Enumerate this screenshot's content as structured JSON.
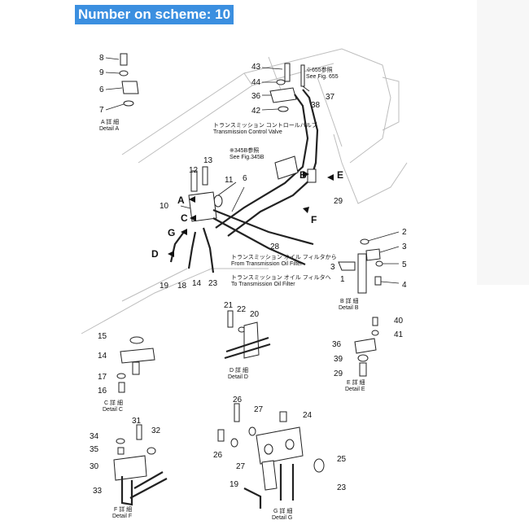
{
  "header": {
    "title": "Number on scheme: 10"
  },
  "top_note": {
    "jp": "※655参照",
    "en": "See Fig. 655"
  },
  "mid_note": {
    "jp": "※345B参照",
    "en": "See Fig.345B"
  },
  "annotations": {
    "transmission_control_valve": {
      "jp": "トランスミッション コントロールバルブ",
      "en": "Transmission Control Valve"
    },
    "from_filter": {
      "jp": "トランスミッション オイル フィルタから",
      "en": "From Transmission Oil Filter"
    },
    "to_filter": {
      "jp": "トランスミッション オイル フィルタへ",
      "en": "To Transmission Oil Filter"
    }
  },
  "details": {
    "A": {
      "jp": "A 詳 細",
      "en": "Detail A"
    },
    "B": {
      "jp": "B 詳 細",
      "en": "Detail B"
    },
    "C": {
      "jp": "C 詳 細",
      "en": "Detail C"
    },
    "D": {
      "jp": "D 詳 細",
      "en": "Detail D"
    },
    "E": {
      "jp": "E 詳 細",
      "en": "Detail E"
    },
    "F": {
      "jp": "F 詳 細",
      "en": "Detail F"
    },
    "G": {
      "jp": "G 詳 細",
      "en": "Detail G"
    }
  },
  "view_letters": [
    "A",
    "B",
    "C",
    "D",
    "E",
    "F",
    "G"
  ],
  "part_numbers": [
    "1",
    "2",
    "3",
    "4",
    "5",
    "6",
    "7",
    "8",
    "9",
    "10",
    "11",
    "12",
    "13",
    "14",
    "15",
    "16",
    "17",
    "18",
    "19",
    "20",
    "21",
    "22",
    "23",
    "24",
    "25",
    "26",
    "27",
    "28",
    "29",
    "30",
    "31",
    "32",
    "33",
    "34",
    "35",
    "36",
    "37",
    "38",
    "39",
    "40",
    "41",
    "42",
    "43",
    "44"
  ]
}
